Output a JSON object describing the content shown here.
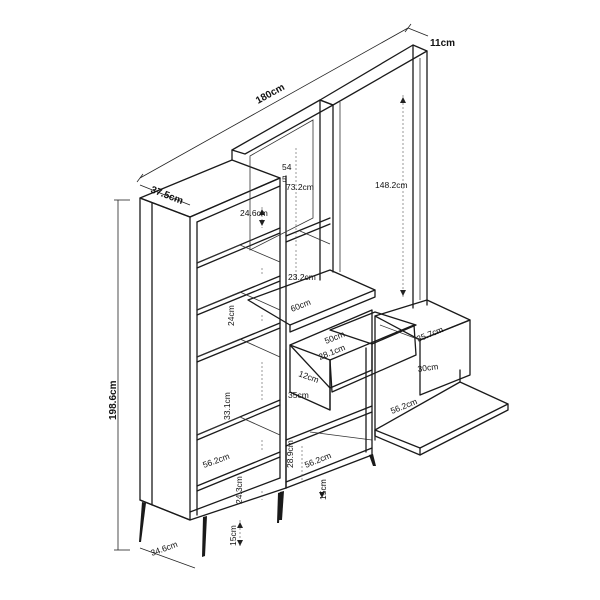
{
  "dimensions": {
    "total_width": "180cm",
    "depth_top": "11cm",
    "side_depth": "37.5cm",
    "total_height": "198.6cm",
    "base_depth": "34.6cm",
    "upper_mid_small": "54",
    "upper_mid_small_b": "5",
    "mirror_height": "73.2cm",
    "right_height": "148.2cm",
    "shelf_1": "24.6cm",
    "shelf_2": "24cm",
    "shelf_3": "33.1cm",
    "shelf_4": "56.2cm",
    "shelf_5": "24.3cm",
    "left_leg": "15cm",
    "mid_shelf_h": "23.2cm",
    "mid_width": "60cm",
    "drawer_width": "50cm",
    "drawer_depth": "28.1cm",
    "drawer_height": "12cm",
    "mid_lower_h": "35cm",
    "mid_lower_2": "28.9cm",
    "mid_width_2": "56.2cm",
    "mid_leg": "15cm",
    "right_side": "35.7cm",
    "right_inner": "30cm",
    "right_width": "56.2cm"
  }
}
